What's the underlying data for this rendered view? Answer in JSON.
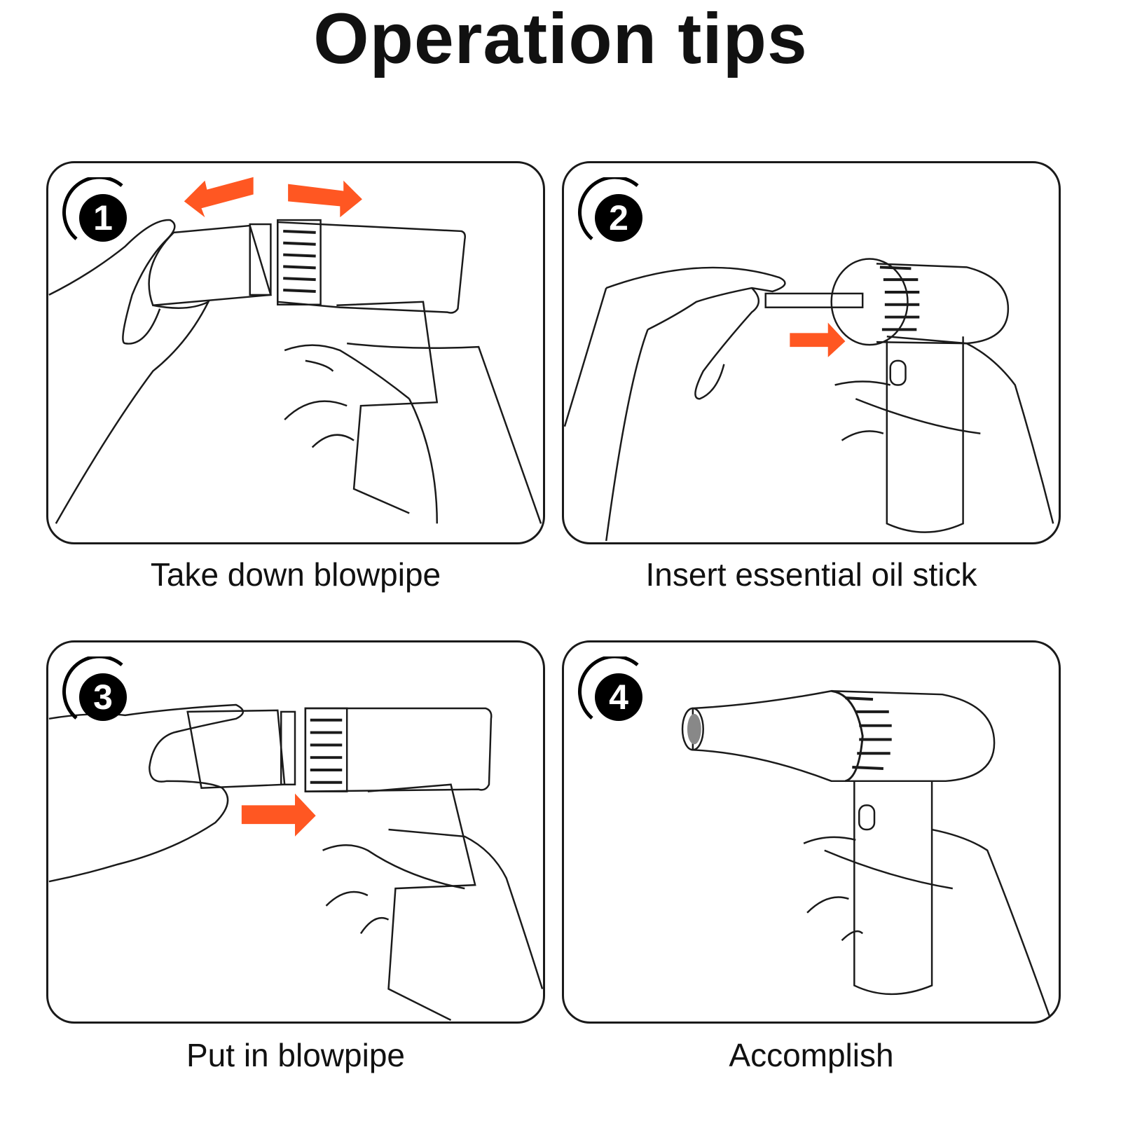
{
  "title": "Operation tips",
  "accent_color": "#FF5722",
  "steps": [
    {
      "number": "1",
      "caption": "Take down blowpipe"
    },
    {
      "number": "2",
      "caption": "Insert essential oil stick"
    },
    {
      "number": "3",
      "caption": "Put in blowpipe"
    },
    {
      "number": "4",
      "caption": "Accomplish"
    }
  ]
}
